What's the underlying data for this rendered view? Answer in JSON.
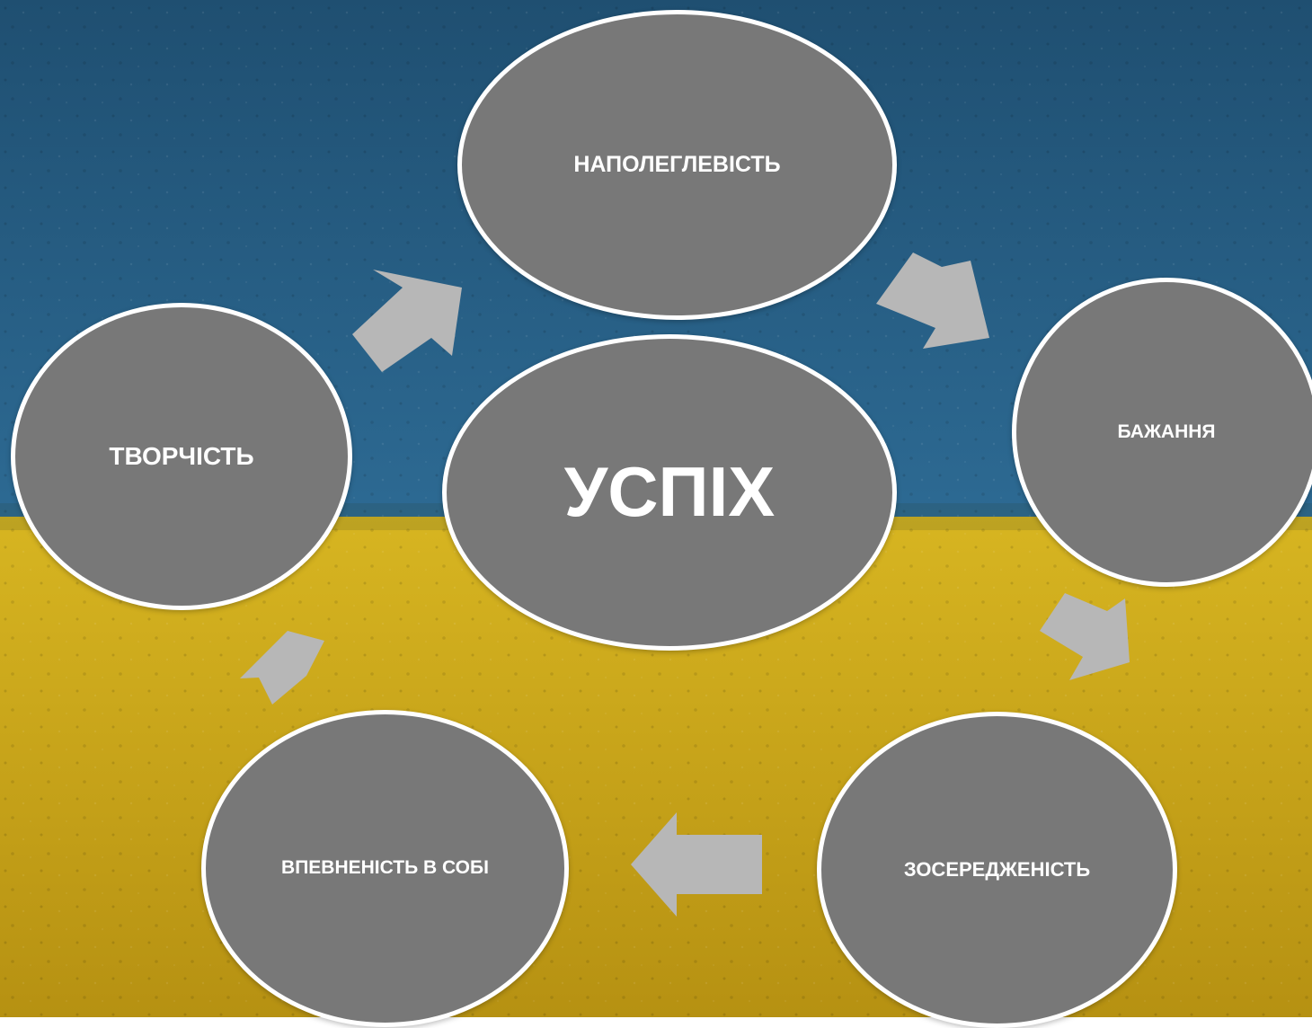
{
  "diagram": {
    "center_label": "УСПІХ",
    "nodes": {
      "top": "НАПОЛЕГЛЕВІСТЬ",
      "right": "БАЖАННЯ",
      "bottom_right": "ЗОСЕРЕДЖЕНІСТЬ",
      "bottom_left": "ВПЕВНЕНІСТЬ В СОБІ",
      "left": "ТВОРЧІСТЬ"
    }
  },
  "colors": {
    "flag_blue": "#215f86",
    "flag_yellow": "#e1bf17",
    "node_fill": "#787878",
    "node_border": "#ffffff",
    "arrow_fill": "#b7b7b7"
  }
}
